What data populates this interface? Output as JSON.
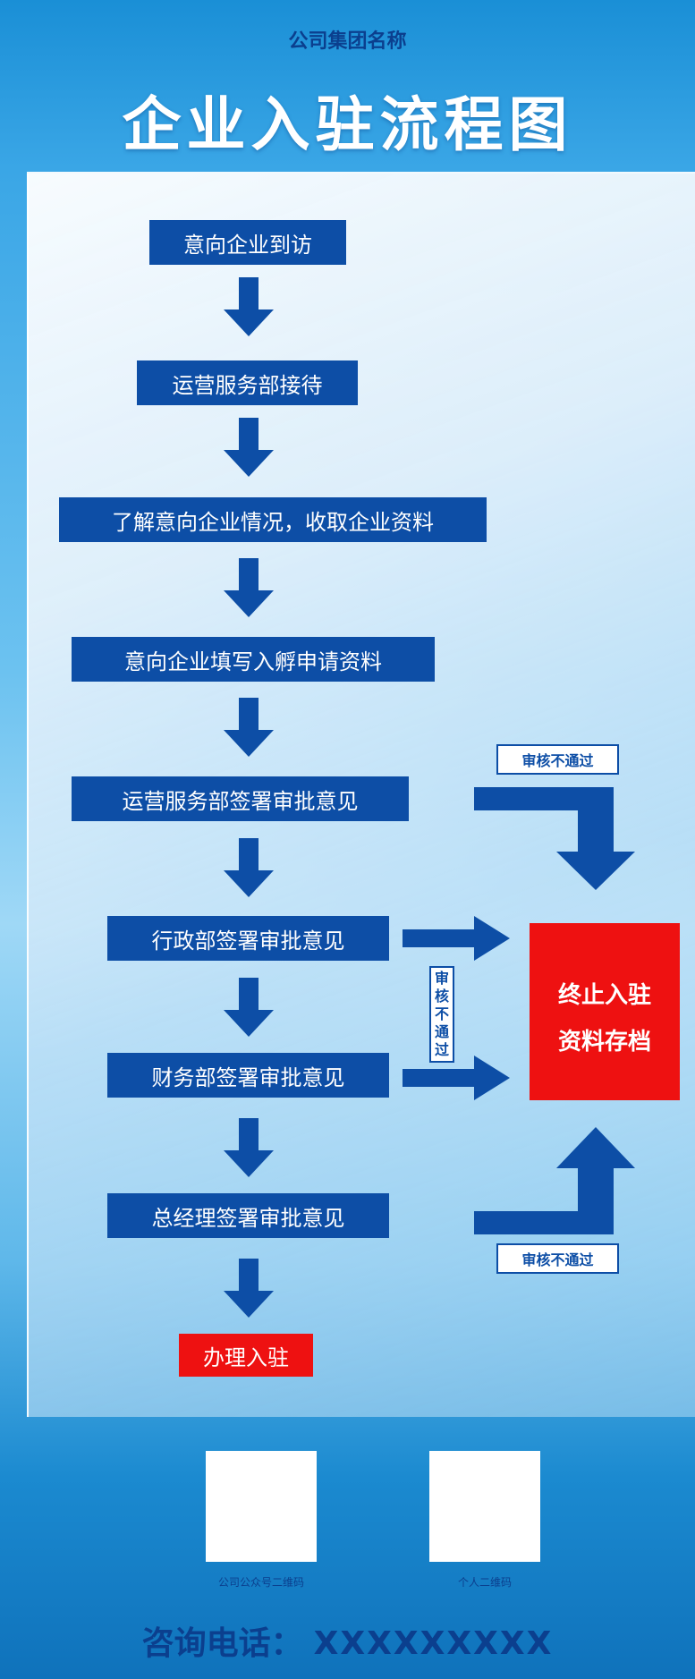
{
  "header": {
    "company_name": "公司集团名称",
    "title": "企业入驻流程图"
  },
  "flow": {
    "steps": [
      "意向企业到访",
      "运营服务部接待",
      "了解意向企业情况，收取企业资料",
      "意向企业填写入孵申请资料",
      "运营服务部签署审批意见",
      "行政部签署审批意见",
      "财务部签署审批意见",
      "总经理签署审批意见"
    ],
    "final_step": "办理入驻",
    "reject_label": "审核不通过",
    "reject_label_vertical": [
      "审",
      "核",
      "不",
      "通",
      "过"
    ],
    "terminate_box": {
      "line1": "终止入驻",
      "line2": "资料存档"
    }
  },
  "footer": {
    "qr_codes": [
      {
        "label": "公司公众号二维码"
      },
      {
        "label": "个人二维码"
      }
    ],
    "phone_label": "咨询电话：",
    "phone_number": "XXXXXXXXX"
  },
  "colors": {
    "step_fill": "#0d4ea6",
    "arrow_fill": "#0d4ea6",
    "terminate_fill": "#ee1111",
    "final_fill": "#ee1111",
    "title_text": "#ffffff",
    "company_text": "#0b3f8e"
  }
}
